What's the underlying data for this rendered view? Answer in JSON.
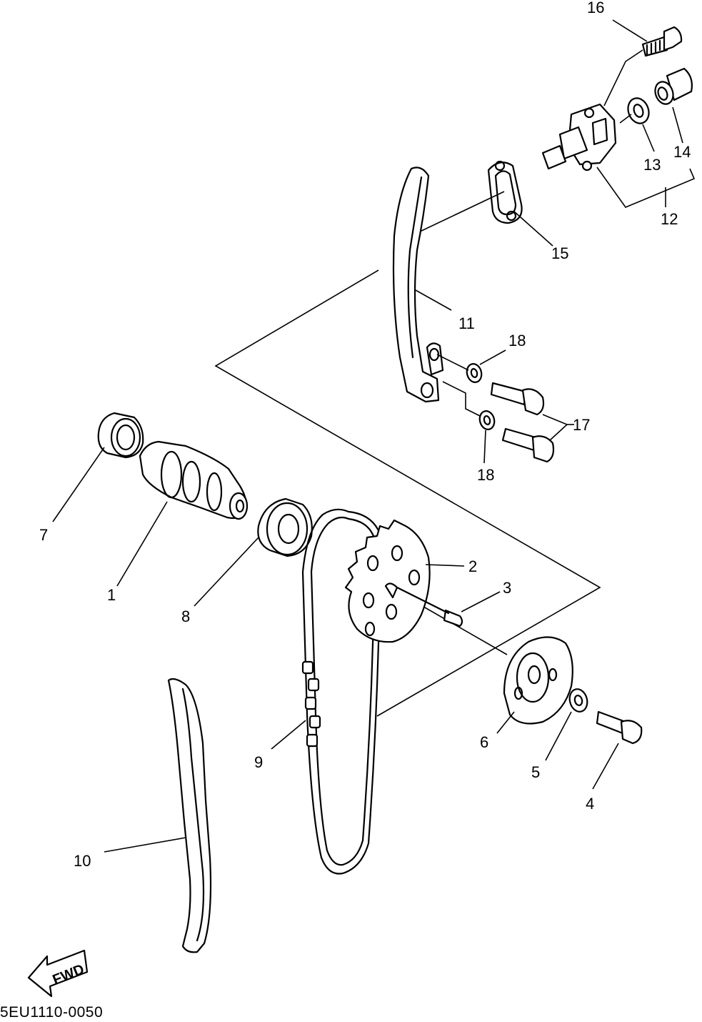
{
  "diagram": {
    "drawing_code": "5EU1110-0050",
    "fwd_label": "FWD",
    "part_labels": [
      {
        "id": "p1",
        "text": "1"
      },
      {
        "id": "p2",
        "text": "2"
      },
      {
        "id": "p3",
        "text": "3"
      },
      {
        "id": "p4",
        "text": "4"
      },
      {
        "id": "p5",
        "text": "5"
      },
      {
        "id": "p6",
        "text": "6"
      },
      {
        "id": "p7",
        "text": "7"
      },
      {
        "id": "p8",
        "text": "8"
      },
      {
        "id": "p9",
        "text": "9"
      },
      {
        "id": "p10",
        "text": "10"
      },
      {
        "id": "p11",
        "text": "11"
      },
      {
        "id": "p12",
        "text": "12"
      },
      {
        "id": "p13",
        "text": "13"
      },
      {
        "id": "p14",
        "text": "14"
      },
      {
        "id": "p15",
        "text": "15"
      },
      {
        "id": "p16",
        "text": "16"
      },
      {
        "id": "p17",
        "text": "17"
      },
      {
        "id": "p18a",
        "text": "18"
      },
      {
        "id": "p18b",
        "text": "18"
      }
    ]
  }
}
